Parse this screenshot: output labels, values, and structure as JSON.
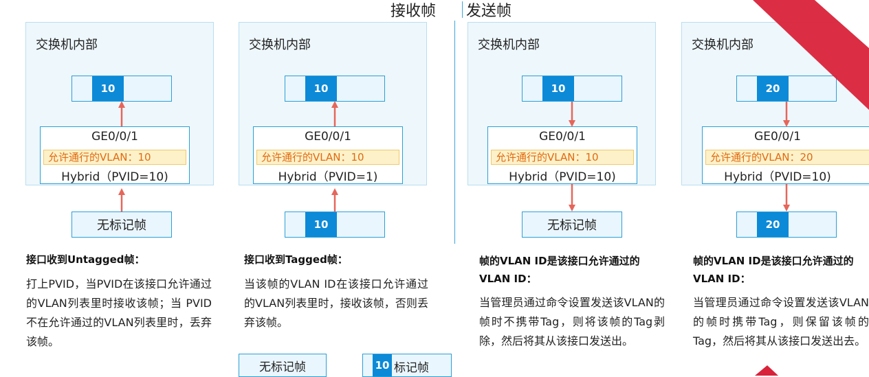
{
  "headers": {
    "receive": "接收帧",
    "send": "发送帧"
  },
  "panels": [
    {
      "title": "交换机内部",
      "top_frame_vid": "10",
      "port_name": "GE0/0/1",
      "allowed": "允许通行的VLAN：10",
      "mode": "Hybrid（PVID=10)",
      "bottom_frame": "无标记帧"
    },
    {
      "title": "交换机内部",
      "top_frame_vid": "10",
      "port_name": "GE0/0/1",
      "allowed": "允许通行的VLAN：10",
      "mode": "Hybrid（PVID=1)",
      "bottom_frame_vid": "10"
    },
    {
      "title": "交换机内部",
      "top_frame_vid": "10",
      "port_name": "GE0/0/1",
      "allowed": "允许通行的VLAN：10",
      "mode": "Hybrid（PVID=10)",
      "bottom_frame": "无标记帧"
    },
    {
      "title": "交换机内部",
      "top_frame_vid": "20",
      "port_name": "GE0/0/1",
      "allowed": "允许通行的VLAN：20",
      "mode": "Hybrid（PVID=10)",
      "bottom_frame_vid": "20"
    }
  ],
  "texts": [
    {
      "heading": "接口收到Untagged帧：",
      "body": "打上PVID，当PVID在该接口允许通过的VLAN列表里时接收该帧；当 PVID不在允许通过的VLAN列表里时，丢弃该帧。"
    },
    {
      "heading": "接口收到Tagged帧：",
      "body": "当该帧的VLAN ID在该接口允许通过的VLAN列表里时，接收该帧，否则丢弃该帧。"
    },
    {
      "heading": "帧的VLAN ID是该接口允许通过的VLAN ID：",
      "body": "当管理员通过命令设置发送该VLAN的帧时不携带Tag，则将该帧的Tag剥除，然后将其从该接口发送出。"
    },
    {
      "heading": "帧的VLAN ID是该接口允许通过的VLAN ID：",
      "body": "当管理员通过命令设置发送该VLAN的帧时携带Tag，则保留该帧的Tag，然后将其从该接口发送出去。"
    }
  ],
  "legend": {
    "untagged": "无标记帧",
    "tagged_vid": "10",
    "tagged_label": "标记帧"
  },
  "colors": {
    "arrow": "#e5665a",
    "vid_fill": "#0c8ad8",
    "frame_border": "#2a9fd6",
    "allow_text": "#e06a10"
  }
}
